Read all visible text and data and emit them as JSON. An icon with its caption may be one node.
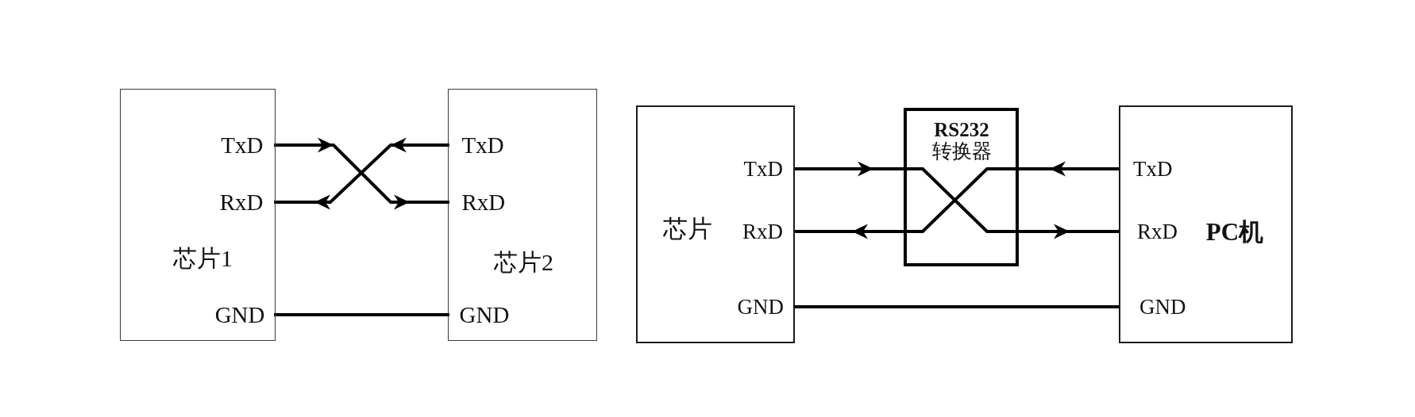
{
  "diagram": {
    "nodes": [
      {
        "text": [
          "芯片1"
        ]
      },
      {
        "text": [
          "TxD"
        ],
        "in": 0
      },
      {
        "text": [
          "RxD"
        ],
        "in": 0
      },
      {
        "text": [
          "GND"
        ],
        "in": 0
      },
      {
        "text": [
          "芯片2"
        ]
      },
      {
        "text": [
          "TxD"
        ],
        "in": 4
      },
      {
        "text": [
          "RxD"
        ],
        "in": 4
      },
      {
        "text": [
          "GND"
        ],
        "in": 4
      },
      {
        "text": [
          "芯片"
        ]
      },
      {
        "text": [
          "TxD"
        ],
        "in": 8
      },
      {
        "text": [
          "RxD"
        ],
        "in": 8
      },
      {
        "text": [
          "GND"
        ],
        "in": 8
      },
      {
        "text": [
          "**RS232** 转换器"
        ]
      },
      {
        "text": [
          "PC机"
        ]
      },
      {
        "text": [
          "TxD"
        ],
        "in": 13
      },
      {
        "text": [
          "RxD"
        ],
        "in": 13
      },
      {
        "text": [
          "GND"
        ],
        "in": 13
      }
    ],
    "edges": [
      {
        "from": 1,
        "to": 6,
        "arrow": "to"
      },
      {
        "from": 5,
        "to": 2,
        "arrow": "to"
      },
      {
        "from": 3,
        "to": 7,
        "arrow": "none"
      },
      {
        "from": 9,
        "to": 12,
        "arrow": "to"
      },
      {
        "from": 12,
        "to": 10,
        "arrow": "to"
      },
      {
        "from": 14,
        "to": 12,
        "arrow": "to"
      },
      {
        "from": 12,
        "to": 15,
        "arrow": "to"
      },
      {
        "from": 11,
        "to": 16,
        "arrow": "none"
      }
    ]
  }
}
